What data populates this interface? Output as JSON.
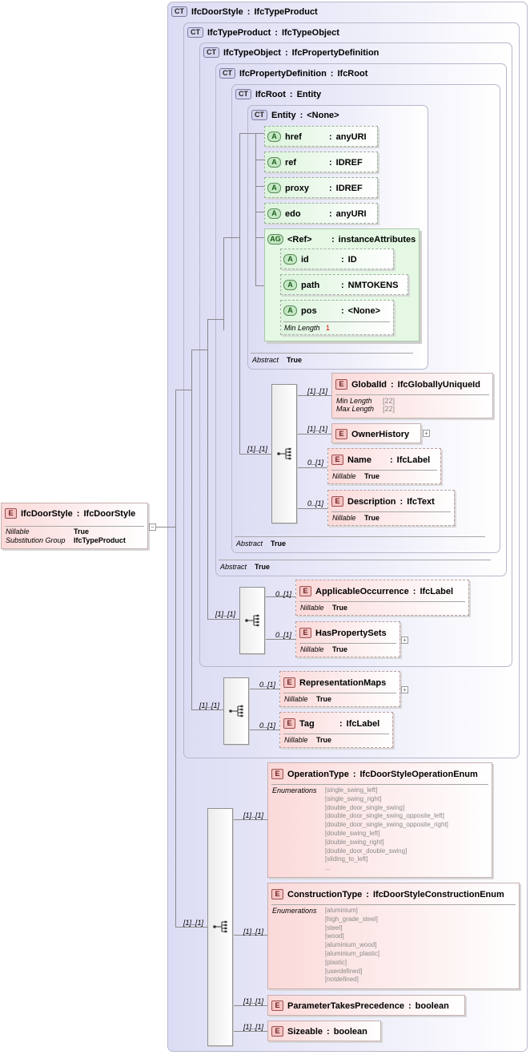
{
  "root_element": {
    "badge": "E",
    "name": "IfcDoorStyle",
    "type": "IfcDoorStyle",
    "props": [
      {
        "k": "Nillable",
        "v": "True"
      },
      {
        "k": "Substitution Group",
        "v": "IfcTypeProduct"
      }
    ]
  },
  "types": {
    "t1": {
      "badge": "CT",
      "name": "IfcDoorStyle",
      "type": "IfcTypeProduct"
    },
    "t2": {
      "badge": "CT",
      "name": "IfcTypeProduct",
      "type": "IfcTypeObject"
    },
    "t3": {
      "badge": "CT",
      "name": "IfcTypeObject",
      "type": "IfcPropertyDefinition"
    },
    "t4": {
      "badge": "CT",
      "name": "IfcPropertyDefinition",
      "type": "IfcRoot"
    },
    "t5": {
      "badge": "CT",
      "name": "IfcRoot",
      "type": "Entity"
    },
    "t6": {
      "badge": "CT",
      "name": "Entity",
      "type": "<None>"
    }
  },
  "entity_attrs": [
    {
      "badge": "A",
      "name": "href",
      "type": "anyURI"
    },
    {
      "badge": "A",
      "name": "ref",
      "type": "IDREF"
    },
    {
      "badge": "A",
      "name": "proxy",
      "type": "IDREF"
    },
    {
      "badge": "A",
      "name": "edo",
      "type": "anyURI"
    }
  ],
  "attr_group": {
    "badge": "AG",
    "name": "<Ref>",
    "type": "instanceAttributes",
    "attrs": [
      {
        "badge": "A",
        "name": "id",
        "type": "ID"
      },
      {
        "badge": "A",
        "name": "path",
        "type": "NMTOKENS"
      },
      {
        "badge": "A",
        "name": "pos",
        "type": "<None>",
        "prop_k": "Min Length",
        "prop_v": "1"
      }
    ]
  },
  "abstract": {
    "k": "Abstract",
    "v": "True"
  },
  "sep": ":",
  "ifcroot_elems": {
    "mult": "[1]..[1]",
    "items": [
      {
        "badge": "E",
        "name": "GlobalId",
        "type": "IfcGloballyUniqueId",
        "mult": "[1]..[1]",
        "props": [
          {
            "k": "Min Length",
            "v": "[22]"
          },
          {
            "k": "Max Length",
            "v": "[22]"
          }
        ]
      },
      {
        "badge": "E",
        "name": "OwnerHistory",
        "mult": "[1]..[1]",
        "plus": "+"
      },
      {
        "badge": "E",
        "name": "Name",
        "type": "IfcLabel",
        "mult": "0..[1]",
        "props": [
          {
            "k": "Nillable",
            "v": "True"
          }
        ]
      },
      {
        "badge": "E",
        "name": "Description",
        "type": "IfcText",
        "mult": "0..[1]",
        "props": [
          {
            "k": "Nillable",
            "v": "True"
          }
        ]
      }
    ]
  },
  "typeobject_elems": {
    "mult": "[1]..[1]",
    "items": [
      {
        "badge": "E",
        "name": "ApplicableOccurrence",
        "type": "IfcLabel",
        "mult": "0..[1]",
        "props": [
          {
            "k": "Nillable",
            "v": "True"
          }
        ]
      },
      {
        "badge": "E",
        "name": "HasPropertySets",
        "mult": "0..[1]",
        "plus": "+",
        "props": [
          {
            "k": "Nillable",
            "v": "True"
          }
        ]
      }
    ]
  },
  "typeproduct_elems": {
    "mult": "[1]..[1]",
    "items": [
      {
        "badge": "E",
        "name": "RepresentationMaps",
        "mult": "0..[1]",
        "plus": "+",
        "props": [
          {
            "k": "Nillable",
            "v": "True"
          }
        ]
      },
      {
        "badge": "E",
        "name": "Tag",
        "type": "IfcLabel",
        "mult": "0..[1]",
        "props": [
          {
            "k": "Nillable",
            "v": "True"
          }
        ]
      }
    ]
  },
  "doorstyle_elems": {
    "mult": "[1]..[1]",
    "items": [
      {
        "badge": "E",
        "name": "OperationType",
        "type": "IfcDoorStyleOperationEnum",
        "mult": "[1]..[1]",
        "enum_k": "Enumerations",
        "enums": [
          "[single_swing_left]",
          "[single_swing_right]",
          "[double_door_single_swing]",
          "[double_door_single_swing_opposite_left]",
          "[double_door_single_swing_opposite_right]",
          "[double_swing_left]",
          "[double_swing_right]",
          "[double_door_double_swing]",
          "[sliding_to_left]",
          "..."
        ]
      },
      {
        "badge": "E",
        "name": "ConstructionType",
        "type": "IfcDoorStyleConstructionEnum",
        "mult": "[1]..[1]",
        "enum_k": "Enumerations",
        "enums": [
          "[aluminium]",
          "[high_grade_steel]",
          "[steel]",
          "[wood]",
          "[aluminium_wood]",
          "[aluminium_plastic]",
          "[plastic]",
          "[userdefined]",
          "[notdefined]"
        ]
      },
      {
        "badge": "E",
        "name": "ParameterTakesPrecedence",
        "type": "boolean",
        "mult": "[1]..[1]"
      },
      {
        "badge": "E",
        "name": "Sizeable",
        "type": "boolean",
        "mult": "[1]..[1]"
      }
    ]
  },
  "collapse": "−"
}
